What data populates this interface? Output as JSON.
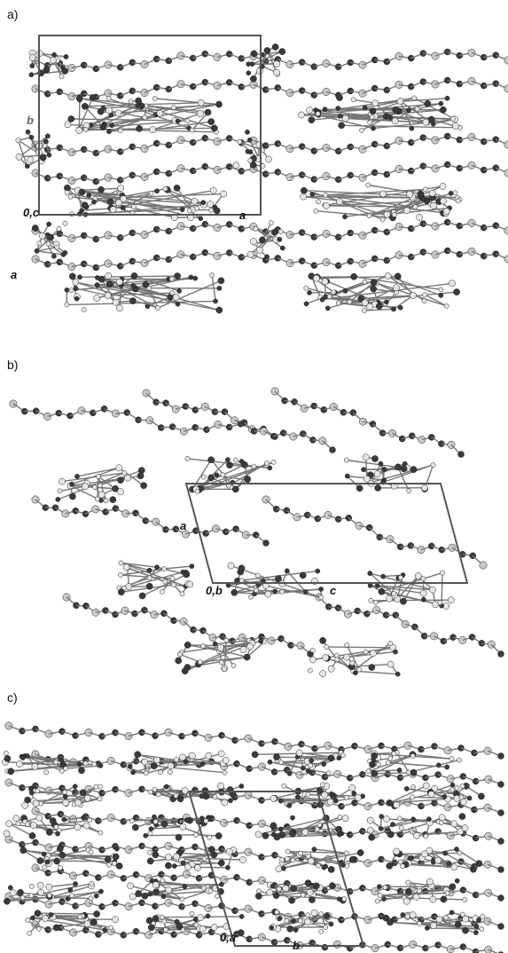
{
  "panels": [
    {
      "label": "a)",
      "labels": {
        "b": "b",
        "origin": "0,c",
        "a_axis": "a",
        "a_side": "a"
      }
    },
    {
      "label": "b)",
      "labels": {
        "a": "a",
        "origin": "0,b",
        "c": "c"
      }
    },
    {
      "label": "c)",
      "labels": {
        "c": "c",
        "origin": "0,a",
        "b": "b"
      }
    }
  ],
  "colors": {
    "carbon": "#3a3a3a",
    "heavy": "#c8c8c8",
    "hydrogen": "#e6e6e6",
    "cell": "#555555",
    "bond": "#777777"
  }
}
